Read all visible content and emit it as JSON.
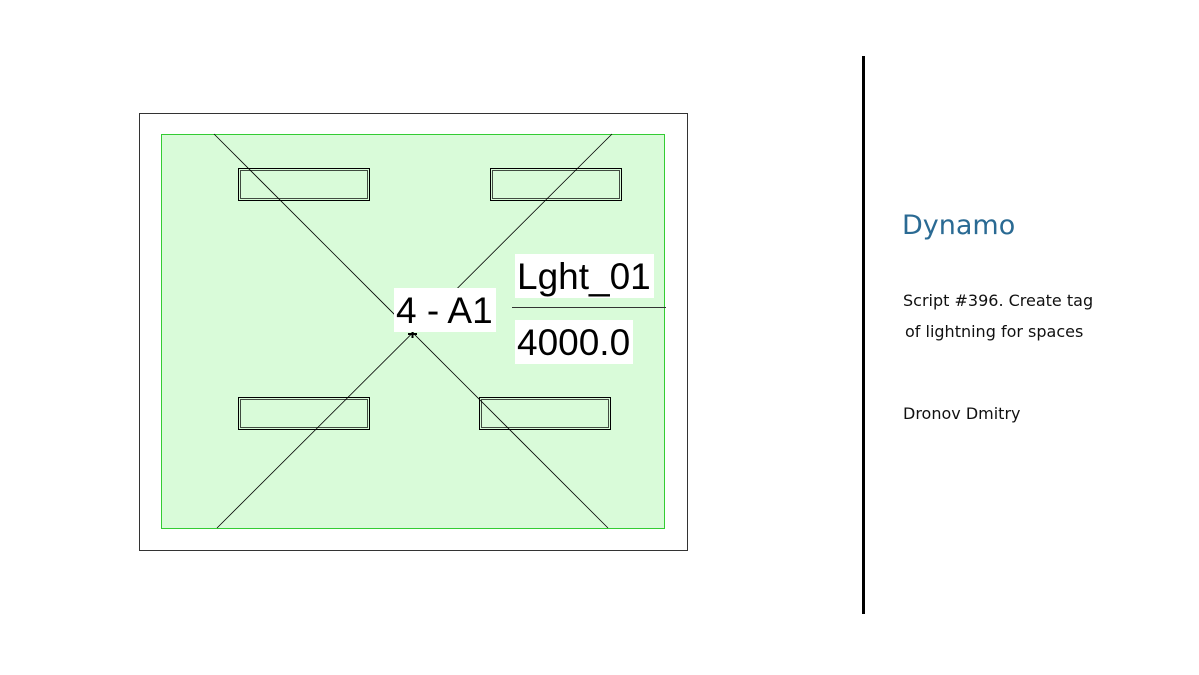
{
  "plan": {
    "room_tag": "4 - A1",
    "light_tag_name": "Lght_01",
    "light_tag_value": "4000.0",
    "colors": {
      "space_fill": "#d9fbd9",
      "space_border": "#33cc33",
      "line": "#000000"
    }
  },
  "info": {
    "title": "Dynamo",
    "description_line1": "Script #396. Create tag",
    "description_line2": "of lightning for spaces",
    "author": "Dronov Dmitry",
    "title_color": "#2a6a93"
  }
}
